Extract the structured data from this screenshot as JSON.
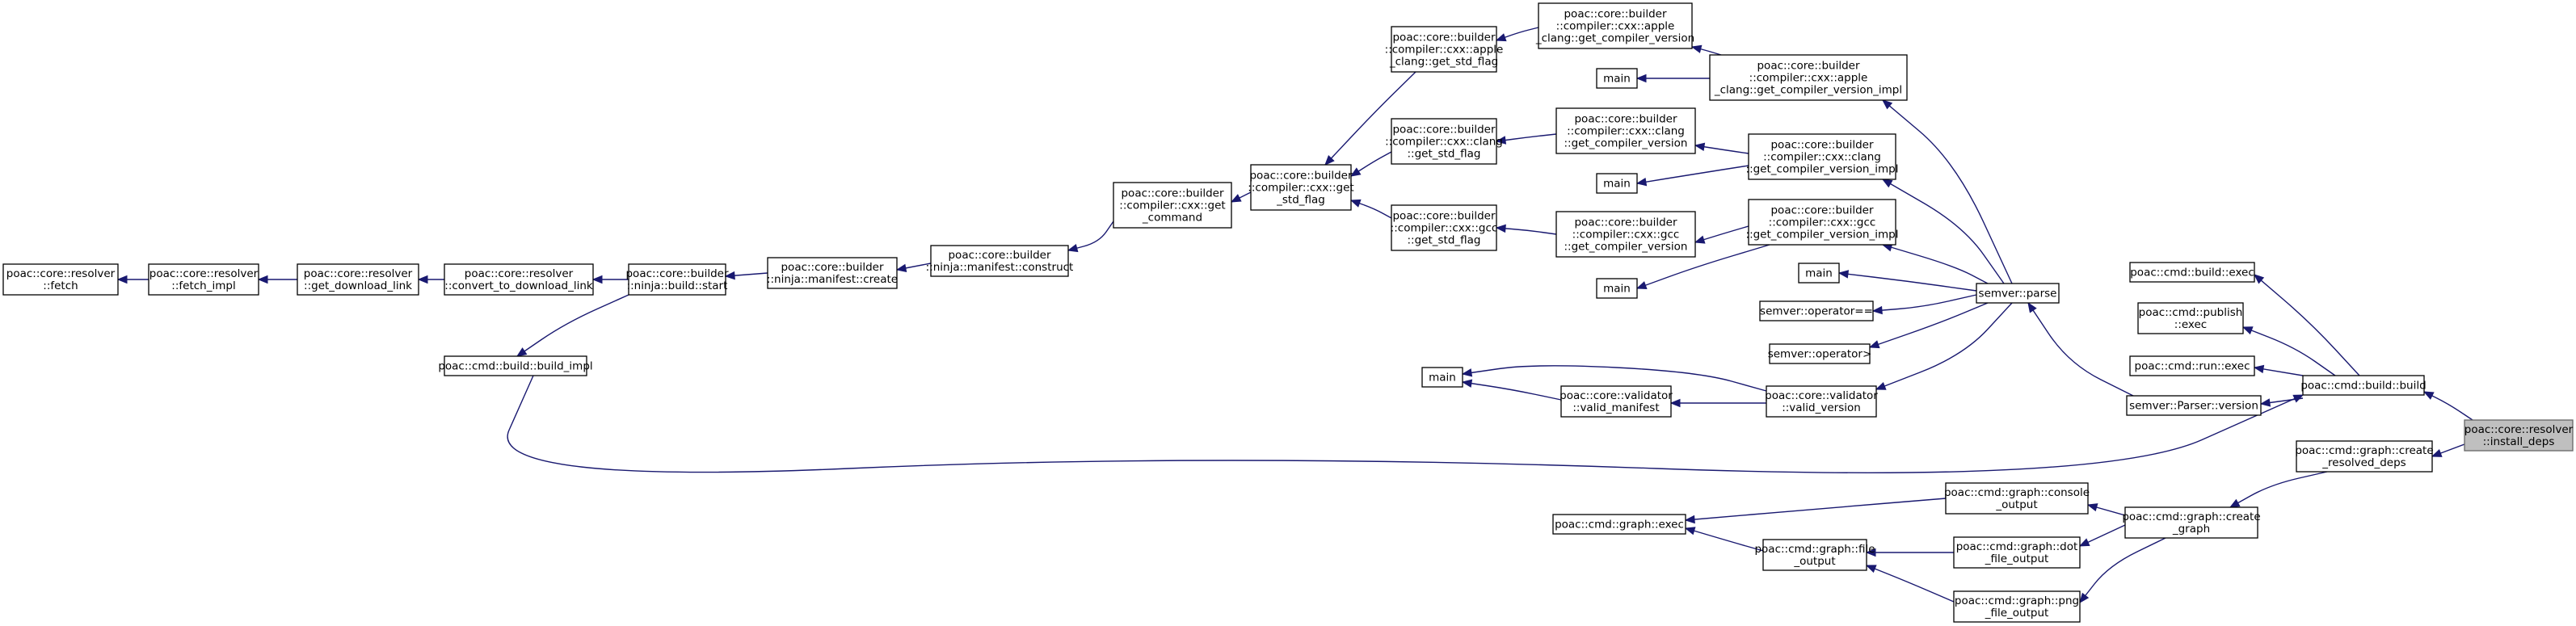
{
  "colors": {
    "edge": "#191970",
    "node_border": "#000000",
    "highlight_fill": "#bfbfbf",
    "highlight_border": "#666666",
    "background": "#ffffff"
  },
  "nodes": {
    "fetch": {
      "lines": [
        "poac::core::resolver",
        "::fetch"
      ]
    },
    "fetch_impl": {
      "lines": [
        "poac::core::resolver",
        "::fetch_impl"
      ]
    },
    "get_download_link": {
      "lines": [
        "poac::core::resolver",
        "::get_download_link"
      ]
    },
    "convert_to_download_link": {
      "lines": [
        "poac::core::resolver",
        "::convert_to_download_link"
      ]
    },
    "ninja_build_start": {
      "lines": [
        "poac::core::builder",
        "::ninja::build::start"
      ]
    },
    "manifest_create": {
      "lines": [
        "poac::core::builder",
        "::ninja::manifest::create"
      ]
    },
    "manifest_construct": {
      "lines": [
        "poac::core::builder",
        "::ninja::manifest::construct"
      ]
    },
    "get_command": {
      "lines": [
        "poac::core::builder",
        "::compiler::cxx::get",
        "_command"
      ]
    },
    "cxx_get_std_flag": {
      "lines": [
        "poac::core::builder",
        "::compiler::cxx::get",
        "_std_flag"
      ]
    },
    "apple_get_std_flag": {
      "lines": [
        "poac::core::builder",
        "::compiler::cxx::apple",
        "_clang::get_std_flag"
      ]
    },
    "clang_get_std_flag": {
      "lines": [
        "poac::core::builder",
        "::compiler::cxx::clang",
        "::get_std_flag"
      ]
    },
    "gcc_get_std_flag": {
      "lines": [
        "poac::core::builder",
        "::compiler::cxx::gcc",
        "::get_std_flag"
      ]
    },
    "apple_get_compiler_version": {
      "lines": [
        "poac::core::builder",
        "::compiler::cxx::apple",
        "_clang::get_compiler_version"
      ]
    },
    "clang_get_compiler_version": {
      "lines": [
        "poac::core::builder",
        "::compiler::cxx::clang",
        "::get_compiler_version"
      ]
    },
    "gcc_get_compiler_version": {
      "lines": [
        "poac::core::builder",
        "::compiler::cxx::gcc",
        "::get_compiler_version"
      ]
    },
    "main_apple": {
      "lines": [
        "main"
      ]
    },
    "main_clang": {
      "lines": [
        "main"
      ]
    },
    "main_gcc": {
      "lines": [
        "main"
      ]
    },
    "apple_get_compiler_version_impl": {
      "lines": [
        "poac::core::builder",
        "::compiler::cxx::apple",
        "_clang::get_compiler_version_impl"
      ]
    },
    "clang_get_compiler_version_impl": {
      "lines": [
        "poac::core::builder",
        "::compiler::cxx::clang",
        "::get_compiler_version_impl"
      ]
    },
    "gcc_get_compiler_version_impl": {
      "lines": [
        "poac::core::builder",
        "::compiler::cxx::gcc",
        "::get_compiler_version_impl"
      ]
    },
    "main_semver": {
      "lines": [
        "main"
      ]
    },
    "semver_op_eq": {
      "lines": [
        "semver::operator=="
      ]
    },
    "semver_op_gt": {
      "lines": [
        "semver::operator>"
      ]
    },
    "semver_parse": {
      "lines": [
        "semver::parse"
      ]
    },
    "build_impl": {
      "lines": [
        "poac::cmd::build::build_impl"
      ]
    },
    "main_validator": {
      "lines": [
        "main"
      ]
    },
    "valid_manifest": {
      "lines": [
        "poac::core::validator",
        "::valid_manifest"
      ]
    },
    "valid_version": {
      "lines": [
        "poac::core::validator",
        "::valid_version"
      ]
    },
    "build_exec": {
      "lines": [
        "poac::cmd::build::exec"
      ]
    },
    "publish_exec": {
      "lines": [
        "poac::cmd::publish",
        "::exec"
      ]
    },
    "run_exec": {
      "lines": [
        "poac::cmd::run::exec"
      ]
    },
    "parser_version": {
      "lines": [
        "semver::Parser::version"
      ]
    },
    "build_build": {
      "lines": [
        "poac::cmd::build::build"
      ]
    },
    "install_deps": {
      "lines": [
        "poac::core::resolver",
        "::install_deps"
      ]
    },
    "create_resolved_deps": {
      "lines": [
        "poac::cmd::graph::create",
        "_resolved_deps"
      ]
    },
    "console_output": {
      "lines": [
        "poac::cmd::graph::console",
        "_output"
      ]
    },
    "graph_exec": {
      "lines": [
        "poac::cmd::graph::exec"
      ]
    },
    "file_output": {
      "lines": [
        "poac::cmd::graph::file",
        "_output"
      ]
    },
    "dot_file_output": {
      "lines": [
        "poac::cmd::graph::dot",
        "_file_output"
      ]
    },
    "png_file_output": {
      "lines": [
        "poac::cmd::graph::png",
        "_file_output"
      ]
    },
    "create_graph": {
      "lines": [
        "poac::cmd::graph::create",
        "_graph"
      ]
    }
  }
}
